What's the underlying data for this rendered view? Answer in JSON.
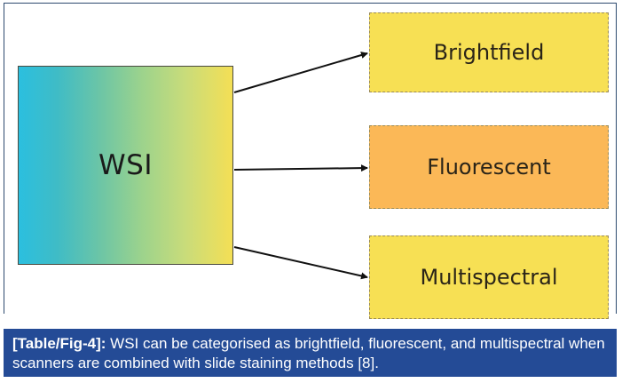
{
  "diagram": {
    "source": {
      "label": "WSI",
      "gradient_colors": [
        "#2bbfdf",
        "#f4df55"
      ]
    },
    "targets": [
      {
        "label": "Brightfield",
        "fill": "#f7e054"
      },
      {
        "label": "Fluorescent",
        "fill": "#fbb857"
      },
      {
        "label": "Multispectral",
        "fill": "#f7e054"
      }
    ],
    "edges": [
      {
        "from": "WSI",
        "to": "Brightfield"
      },
      {
        "from": "WSI",
        "to": "Fluorescent"
      },
      {
        "from": "WSI",
        "to": "Multispectral"
      }
    ]
  },
  "caption": {
    "ref": "[Table/Fig-4]:",
    "text": " WSI can be categorised as brightfield, fluorescent, and multispectral when scanners are combined with slide staining methods [8].",
    "background": "#244b96"
  },
  "frame_border_color": "#2d4a6e"
}
